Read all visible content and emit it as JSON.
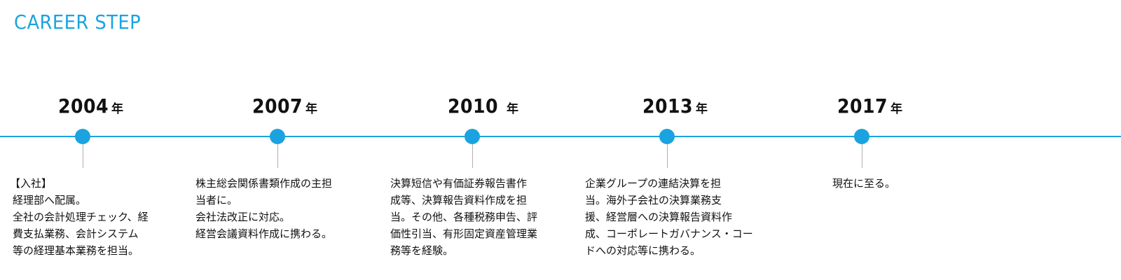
{
  "page": {
    "title": "CAREER STEP"
  },
  "colors": {
    "accent": "#1aa3e0",
    "stem": "#b0b0b0",
    "text": "#111111"
  },
  "timeline": [
    {
      "year": "2004",
      "year_suffix": "年",
      "lines": [
        "【入社】",
        "経理部へ配属。",
        "全社の会計処理チェック、経",
        "費支払業務、会計システム",
        "等の経理基本業務を担当。"
      ]
    },
    {
      "year": "2007",
      "year_suffix": "年",
      "lines": [
        "株主総会関係書類作成の主担",
        "当者に。",
        "会社法改正に対応。",
        "経営会議資料作成に携わる。"
      ]
    },
    {
      "year": "2010",
      "year_suffix": "年",
      "lines": [
        "決算短信や有価証券報告書作",
        "成等、決算報告資料作成を担",
        "当。その他、各種税務申告、評",
        "価性引当、有形固定資産管理業",
        "務等を経験。"
      ]
    },
    {
      "year": "2013",
      "year_suffix": "年",
      "lines": [
        "企業グループの連結決算を担",
        "当。海外子会社の決算業務支",
        "援、経営層への決算報告資料作",
        "成、コーポレートガバナンス・コー",
        "ドへの対応等に携わる。"
      ]
    },
    {
      "year": "2017",
      "year_suffix": "年",
      "lines": [
        "現在に至る。"
      ]
    }
  ]
}
